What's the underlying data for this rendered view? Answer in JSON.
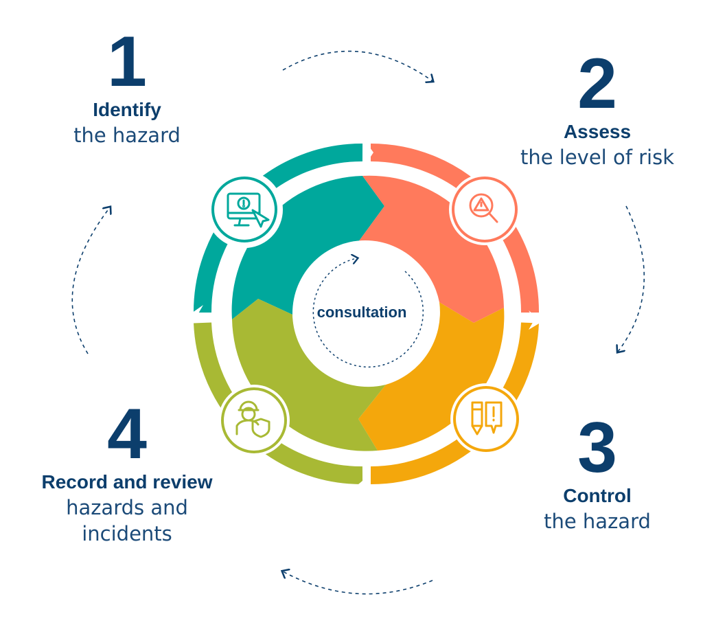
{
  "colors": {
    "navy": "#0c3e6c",
    "teal": "#00a89c",
    "coral": "#ff7a5c",
    "orange": "#f4a70c",
    "olive": "#a8b934"
  },
  "center": {
    "label": "consultation"
  },
  "steps": [
    {
      "number": "1",
      "title": "Identify",
      "description": "the hazard",
      "icon": "monitor-alert-icon",
      "color": "teal"
    },
    {
      "number": "2",
      "title": "Assess",
      "description": "the level of risk",
      "icon": "warning-magnifier-icon",
      "color": "coral"
    },
    {
      "number": "3",
      "title": "Control",
      "description": "the hazard",
      "icon": "pencil-alert-icon",
      "color": "orange"
    },
    {
      "number": "4",
      "title": "Record and review",
      "description": "hazards and incidents",
      "icon": "worker-shield-icon",
      "color": "olive"
    }
  ]
}
